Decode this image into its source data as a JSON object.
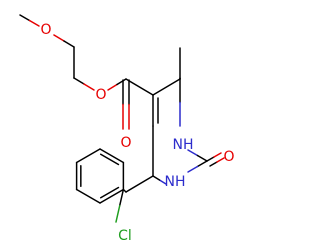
{
  "molecule": {
    "atoms": [
      {
        "label": "O",
        "element": "oxygen"
      },
      {
        "label": "O",
        "element": "oxygen"
      },
      {
        "label": "O",
        "element": "oxygen"
      },
      {
        "label": "NH",
        "element": "nitrogen"
      },
      {
        "label": "O",
        "element": "oxygen"
      },
      {
        "label": "NH",
        "element": "nitrogen"
      },
      {
        "label": "Cl",
        "element": "chlorine"
      }
    ],
    "colors": {
      "bond": "#000000",
      "oxygen": "#e60000",
      "nitrogen": "#2c2ccc",
      "chlorine": "#1f9e1f"
    }
  }
}
